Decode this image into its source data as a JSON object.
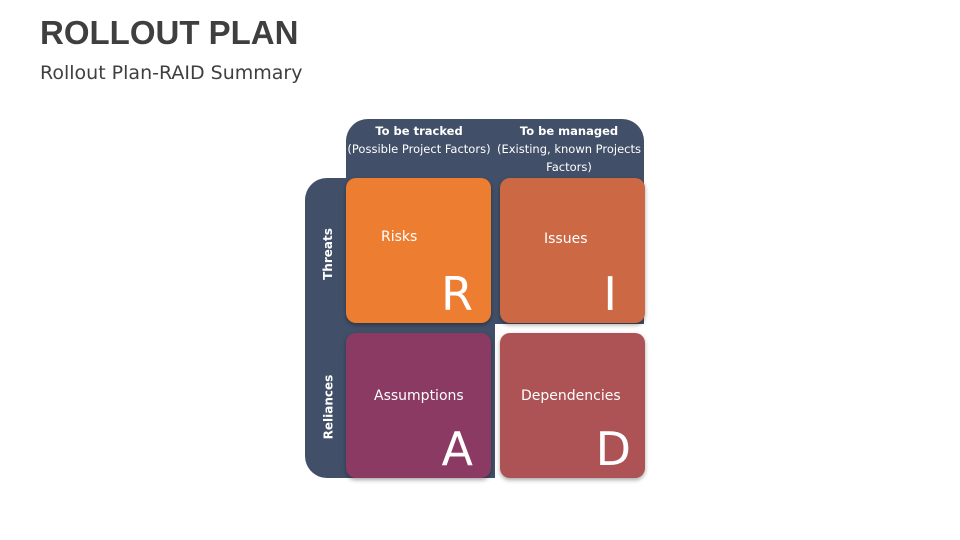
{
  "header": {
    "title": "ROLLOUT PLAN",
    "subtitle": "Rollout Plan-RAID Summary"
  },
  "columns": [
    {
      "title": "To be tracked",
      "subtitle": "(Possible Project Factors)"
    },
    {
      "title": "To be managed",
      "subtitle": "(Existing, known Projects Factors)"
    }
  ],
  "rows": [
    {
      "label": "Threats"
    },
    {
      "label": "Reliances"
    }
  ],
  "cells": [
    {
      "label": "Risks",
      "letter": "R",
      "color": "#ED7D31"
    },
    {
      "label": "Issues",
      "letter": "I",
      "color": "#CC6944"
    },
    {
      "label": "Assumptions",
      "letter": "A",
      "color": "#8A3A63"
    },
    {
      "label": "Dependencies",
      "letter": "D",
      "color": "#AD5355"
    }
  ],
  "colors": {
    "band": "#415068",
    "title_text": "#3F3F3F"
  }
}
